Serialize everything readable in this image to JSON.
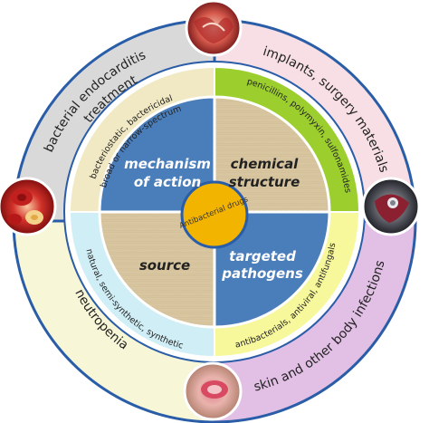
{
  "center": {
    "label": "Antibacterial drugs"
  },
  "quadrants": {
    "top_left": {
      "line1": "mechanism",
      "line2": "of action"
    },
    "top_right": {
      "line1": "chemical",
      "line2": "structure"
    },
    "bottom_left": {
      "line1": "source"
    },
    "bottom_right": {
      "line1": "targeted",
      "line2": "pathogens"
    }
  },
  "inner_ring": {
    "top_left": {
      "line1": "bacteriostatic, bactericidal",
      "line2": "broad or narrow-spectrum"
    },
    "top_right": {
      "line1": "penicillins, polymyxin, sulfonamides"
    },
    "bottom_left": {
      "line1": "natural, semi-synthetic, synthetic"
    },
    "bottom_right": {
      "line1": "antibacterials, antiviral, antifungals"
    }
  },
  "outer_ring": {
    "top_left": {
      "line1": "bacterial endocarditis",
      "line2": "treatment"
    },
    "top_right": {
      "line1": "implants, surgery materials"
    },
    "bottom_left": {
      "line1": "neutropenia"
    },
    "bottom_right": {
      "line1": "skin and other body infections"
    }
  },
  "images": [
    {
      "name": "heart-tissue-photo"
    },
    {
      "name": "blood-cells-photo"
    },
    {
      "name": "implant-photo"
    },
    {
      "name": "skin-lesion-photo"
    }
  ],
  "colors": {
    "outer_top_left": "#d9d9d9",
    "outer_top_right": "#f7dfe5",
    "outer_bottom_left": "#f7f6d7",
    "outer_bottom_right": "#e2bfe5",
    "inner_top_left": "#f1e9c3",
    "inner_top_right": "#9ccf2d",
    "inner_bottom_left": "#cfeef6",
    "inner_bottom_right": "#f7f79c",
    "quad_blue": "#4a7ebb",
    "quad_beige": "#d9c7a1",
    "center_fill": "#f3b400",
    "border_blue": "#2a5da8"
  }
}
